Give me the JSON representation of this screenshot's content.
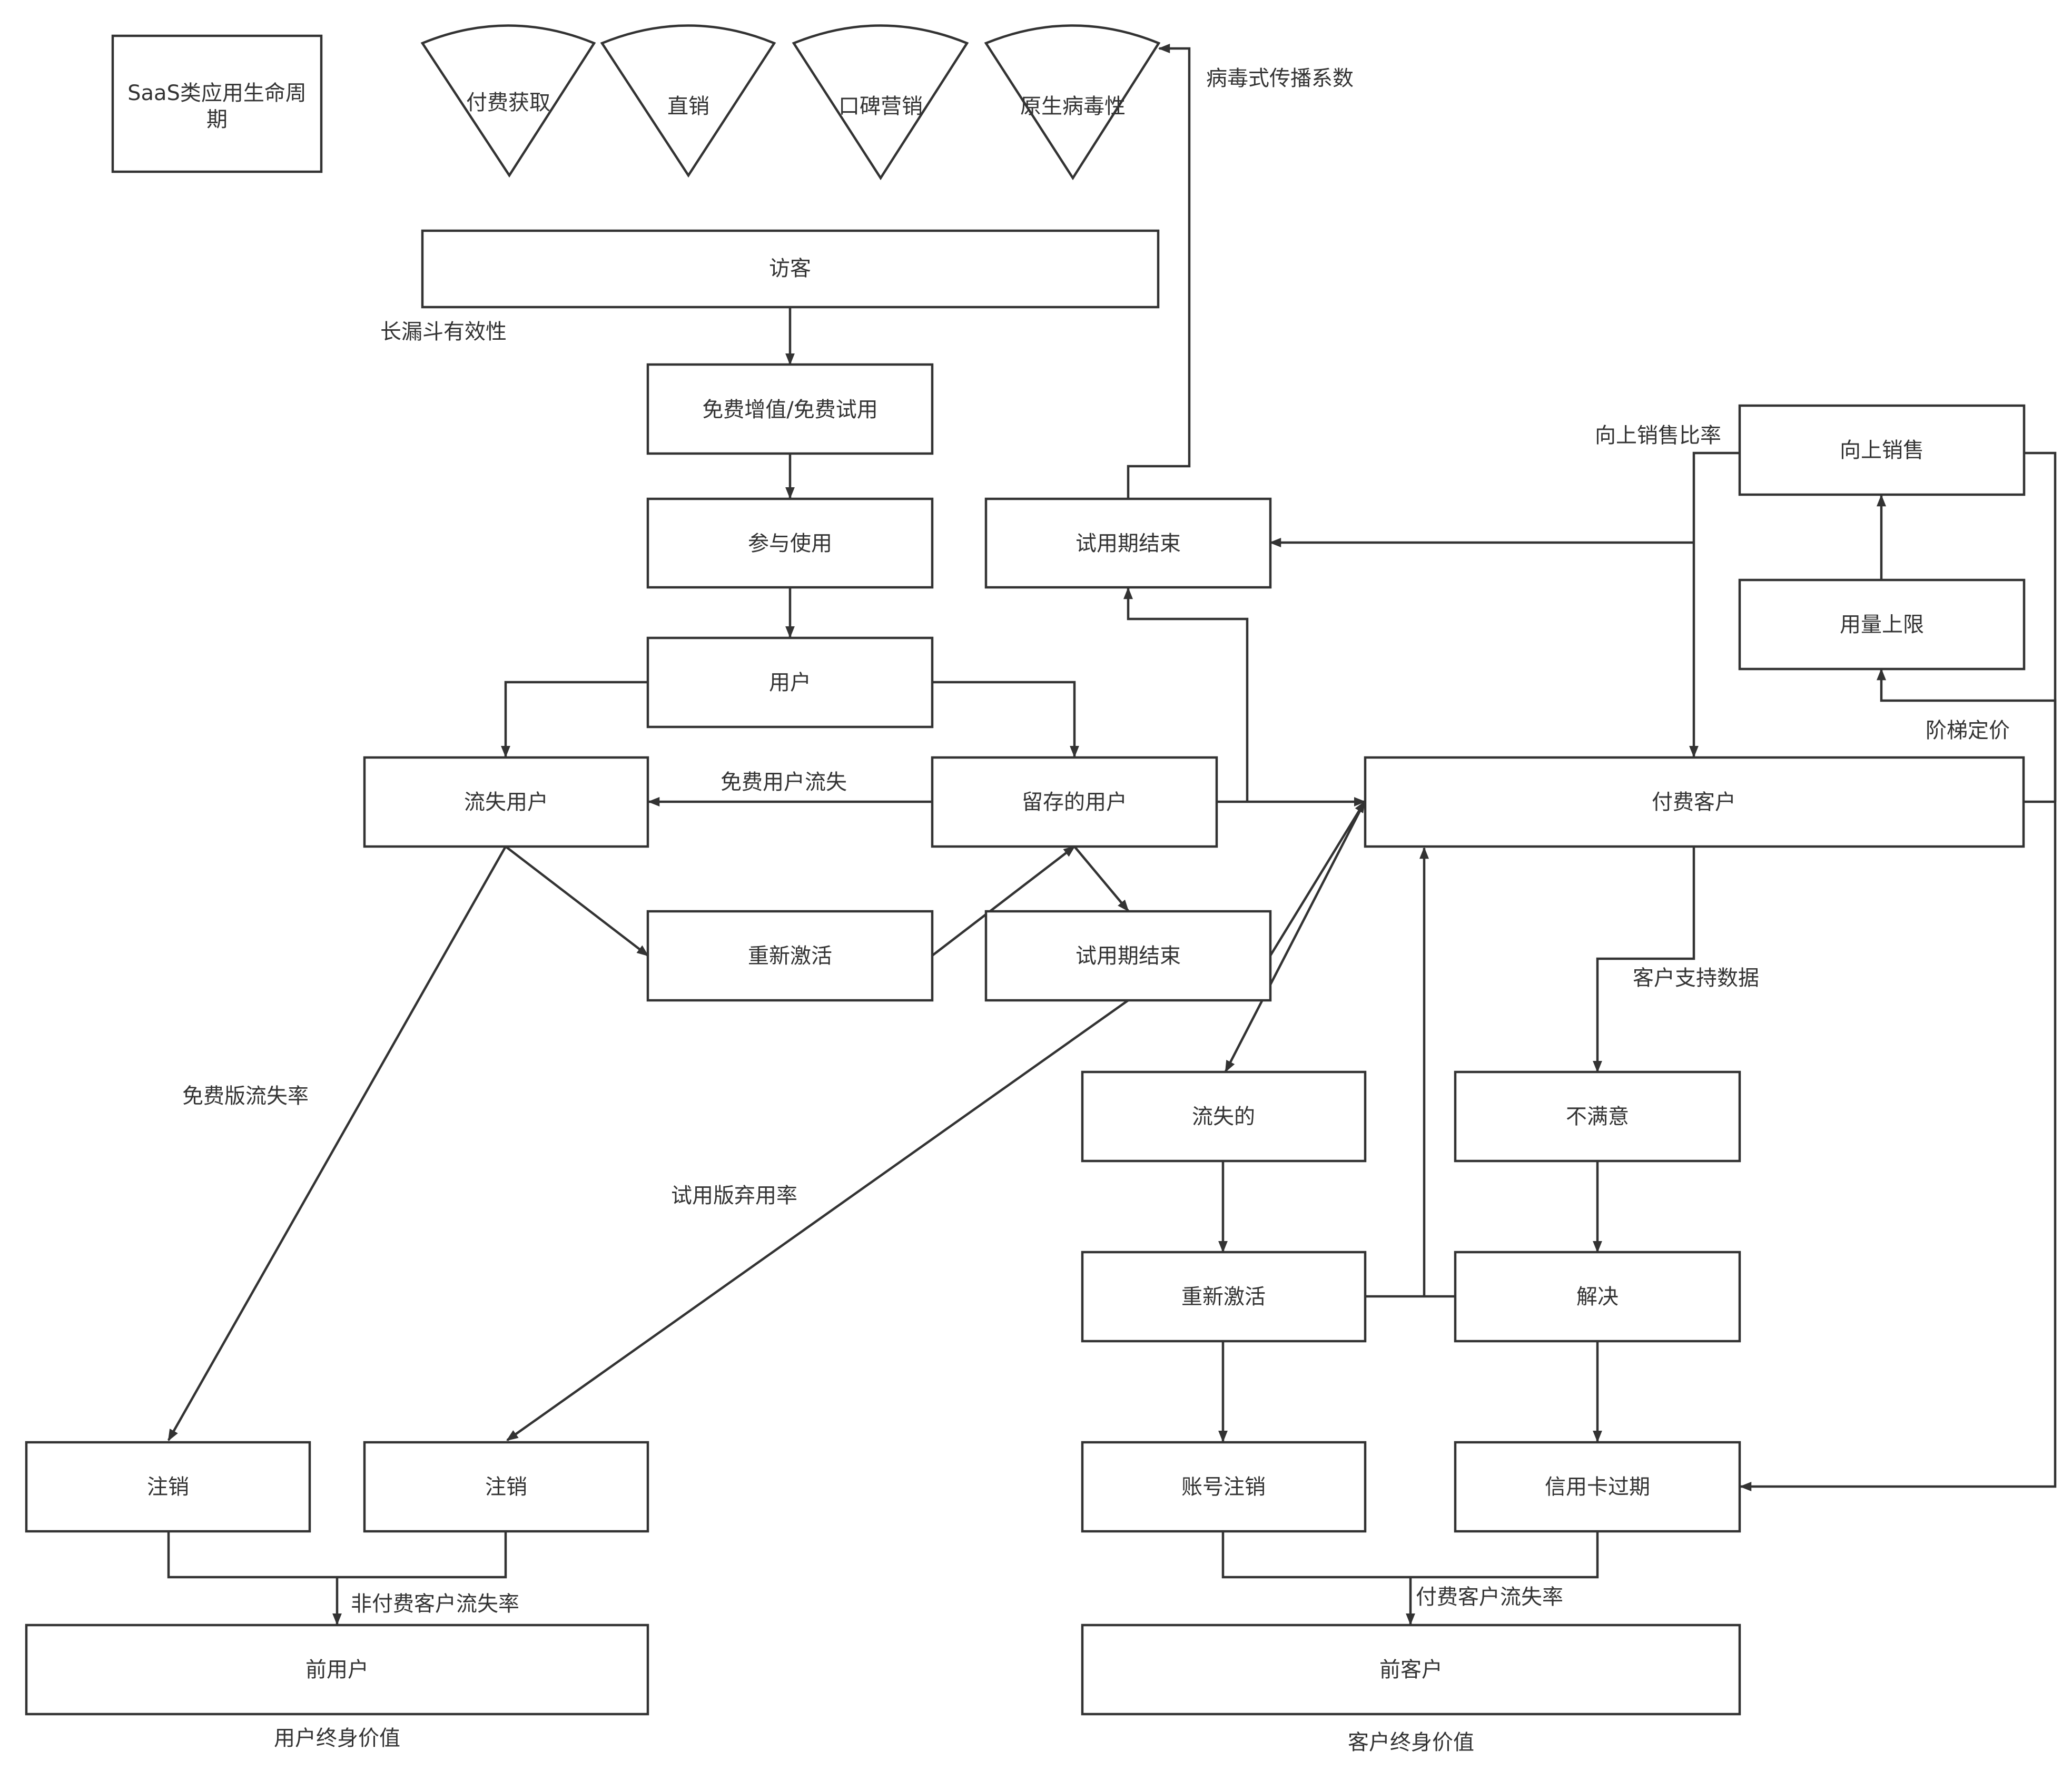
{
  "title": "SaaS类应用生命周期",
  "channels": [
    "付费获取",
    "直销",
    "口碑营销",
    "原生病毒性"
  ],
  "nodes": {
    "visitor": "访客",
    "free_trial": "免费增值/免费试用",
    "engaged": "参与使用",
    "user": "用户",
    "churned_user": "流失用户",
    "retained_user": "留存的用户",
    "reactivate_user": "重新激活",
    "trial_end_top": "试用期结束",
    "trial_end_mid": "试用期结束",
    "paying_customer": "付费客户",
    "upsell": "向上销售",
    "usage_limit": "用量上限",
    "churned": "流失的",
    "reactivate_customer": "重新激活",
    "dissatisfied": "不满意",
    "resolve": "解决",
    "cancel_free": "注销",
    "cancel_trial": "注销",
    "account_cancel": "账号注销",
    "card_expired": "信用卡过期",
    "former_users": "前用户",
    "former_customers": "前客户"
  },
  "annotations": {
    "viral_coefficient": "病毒式传播系数",
    "funnel_effectiveness": "长漏斗有效性",
    "upsell_ratio": "向上销售比率",
    "tiered_pricing": "阶梯定价",
    "free_user_churn": "免费用户流失",
    "customer_support_data": "客户支持数据",
    "free_churn_rate": "免费版流失率",
    "trial_abandon_rate": "试用版弃用率",
    "nonpaying_churn_rate": "非付费客户流失率",
    "paying_churn_rate": "付费客户流失率",
    "user_lifetime_value": "用户终身价值",
    "customer_lifetime_value": "客户终身价值"
  }
}
